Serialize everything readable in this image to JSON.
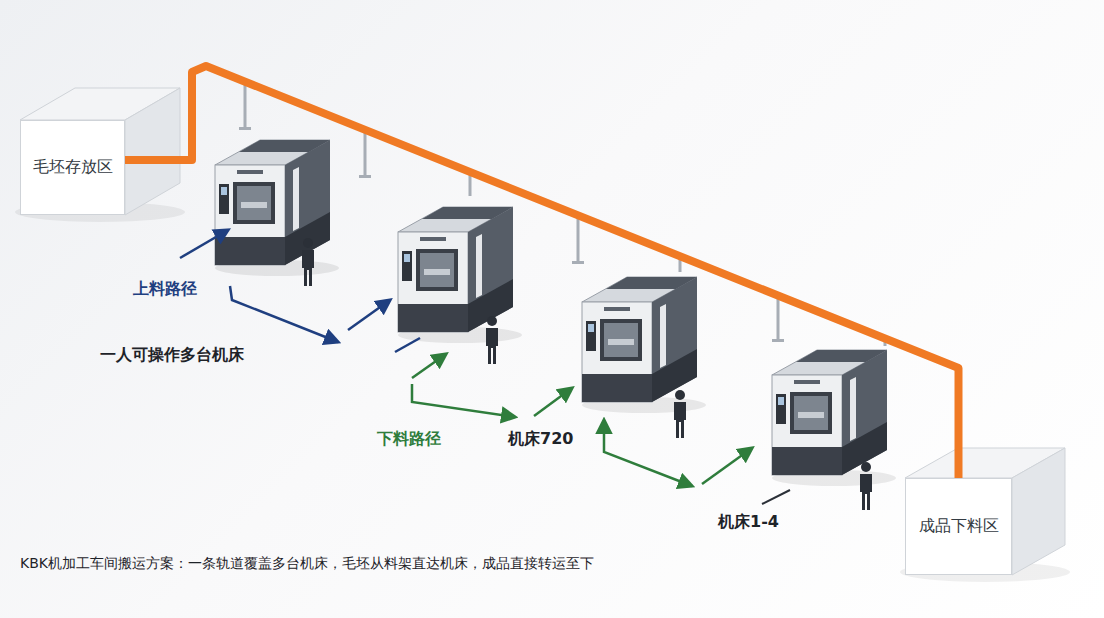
{
  "diagram": {
    "caption": "KBK机加工车间搬运方案：一条轨道覆盖多台机床，毛坯从料架直达机床，成品直接转运至下",
    "nodes": [
      {
        "text": [
          "毛坯存放区"
        ]
      },
      {
        "text": [
          "成品下料区"
        ]
      }
    ],
    "edges": [
      {
        "from": 0,
        "to": 1,
        "arrow": "none"
      }
    ],
    "labels": [
      "上料路径",
      "一人可操作多台机床",
      "下料路径",
      "机床720",
      "机床1-4"
    ]
  }
}
